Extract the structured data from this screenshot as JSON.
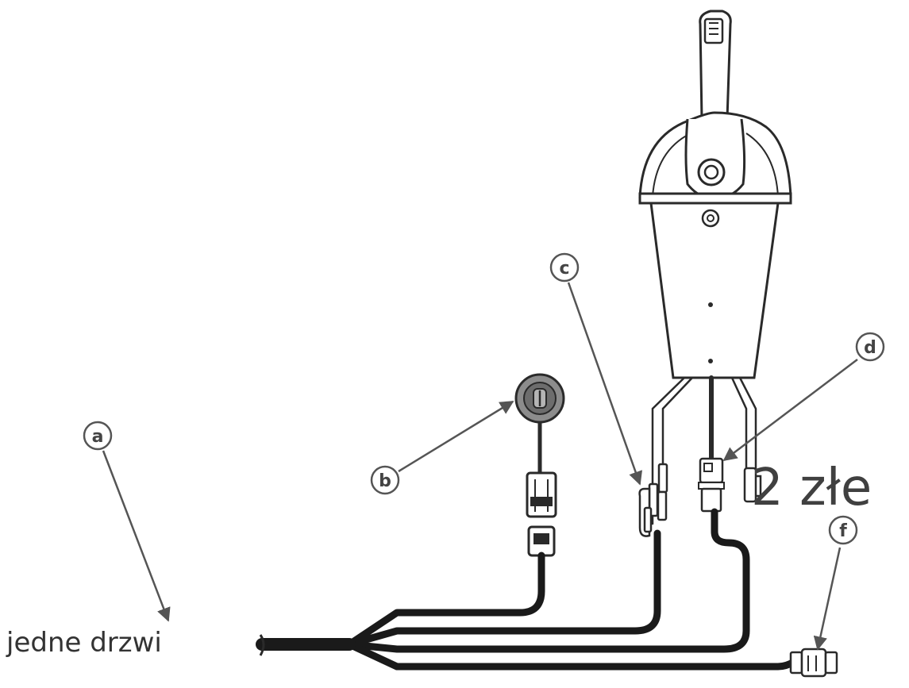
{
  "callouts": [
    {
      "id": "a",
      "label": "a"
    },
    {
      "id": "b",
      "label": "b"
    },
    {
      "id": "c",
      "label": "c"
    },
    {
      "id": "d",
      "label": "d"
    },
    {
      "id": "f",
      "label": "f"
    }
  ],
  "annotations": {
    "left_text": "jedne drzwi",
    "right_text": "2 złe"
  },
  "colors": {
    "line": "#2a2a2a",
    "cable": "#1a1a1a",
    "callout": "#666666",
    "text": "#333333"
  }
}
